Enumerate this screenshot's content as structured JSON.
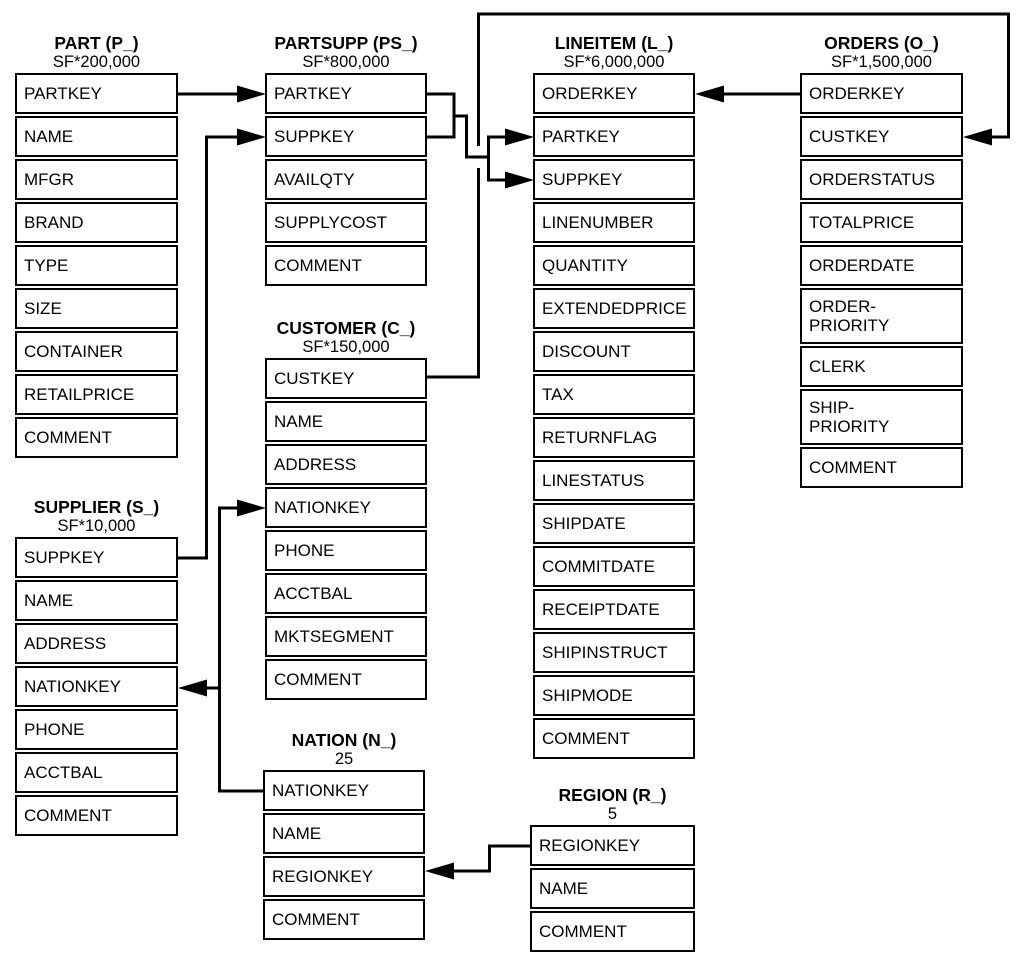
{
  "colors": {
    "line": "#000000",
    "text": "#000000",
    "background": "#ffffff"
  },
  "tables": [
    {
      "name": "part",
      "title": "PART (P_)",
      "subtitle": "SF*200,000",
      "columns": [
        "PARTKEY",
        "NAME",
        "MFGR",
        "BRAND",
        "TYPE",
        "SIZE",
        "CONTAINER",
        "RETAILPRICE",
        "COMMENT"
      ]
    },
    {
      "name": "partsupp",
      "title": "PARTSUPP (PS_)",
      "subtitle": "SF*800,000",
      "columns": [
        "PARTKEY",
        "SUPPKEY",
        "AVAILQTY",
        "SUPPLYCOST",
        "COMMENT"
      ]
    },
    {
      "name": "lineitem",
      "title": "LINEITEM (L_)",
      "subtitle": "SF*6,000,000",
      "columns": [
        "ORDERKEY",
        "PARTKEY",
        "SUPPKEY",
        "LINENUMBER",
        "QUANTITY",
        "EXTENDEDPRICE",
        "DISCOUNT",
        "TAX",
        "RETURNFLAG",
        "LINESTATUS",
        "SHIPDATE",
        "COMMITDATE",
        "RECEIPTDATE",
        "SHIPINSTRUCT",
        "SHIPMODE",
        "COMMENT"
      ]
    },
    {
      "name": "orders",
      "title": "ORDERS (O_)",
      "subtitle": "SF*1,500,000",
      "columns": [
        "ORDERKEY",
        "CUSTKEY",
        "ORDERSTATUS",
        "TOTALPRICE",
        "ORDERDATE",
        "ORDER-\nPRIORITY",
        "CLERK",
        "SHIP-\nPRIORITY",
        "COMMENT"
      ]
    },
    {
      "name": "customer",
      "title": "CUSTOMER (C_)",
      "subtitle": "SF*150,000",
      "columns": [
        "CUSTKEY",
        "NAME",
        "ADDRESS",
        "NATIONKEY",
        "PHONE",
        "ACCTBAL",
        "MKTSEGMENT",
        "COMMENT"
      ]
    },
    {
      "name": "supplier",
      "title": "SUPPLIER (S_)",
      "subtitle": "SF*10,000",
      "columns": [
        "SUPPKEY",
        "NAME",
        "ADDRESS",
        "NATIONKEY",
        "PHONE",
        "ACCTBAL",
        "COMMENT"
      ]
    },
    {
      "name": "nation",
      "title": "NATION (N_)",
      "subtitle": "25",
      "columns": [
        "NATIONKEY",
        "NAME",
        "REGIONKEY",
        "COMMENT"
      ]
    },
    {
      "name": "region",
      "title": "REGION (R_)",
      "subtitle": "5",
      "columns": [
        "REGIONKEY",
        "NAME",
        "COMMENT"
      ]
    }
  ],
  "relationships": [
    {
      "from": "PART.PARTKEY",
      "to": "PARTSUPP.PARTKEY"
    },
    {
      "from": "SUPPLIER.SUPPKEY",
      "to": "PARTSUPP.SUPPKEY"
    },
    {
      "from": "PARTSUPP.PARTKEY",
      "to": "LINEITEM.PARTKEY"
    },
    {
      "from": "PARTSUPP.SUPPKEY",
      "to": "LINEITEM.SUPPKEY"
    },
    {
      "from": "ORDERS.ORDERKEY",
      "to": "LINEITEM.ORDERKEY"
    },
    {
      "from": "CUSTOMER.CUSTKEY",
      "to": "ORDERS.CUSTKEY"
    },
    {
      "from": "NATION.NATIONKEY",
      "to": "CUSTOMER.NATIONKEY"
    },
    {
      "from": "NATION.NATIONKEY",
      "to": "SUPPLIER.NATIONKEY"
    },
    {
      "from": "REGION.REGIONKEY",
      "to": "NATION.REGIONKEY"
    }
  ]
}
